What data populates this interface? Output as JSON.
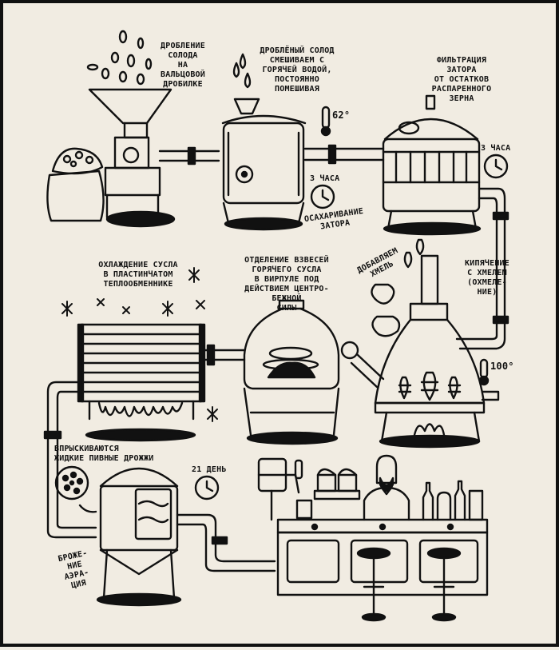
{
  "steps": {
    "milling": "Дробление\nсолода\nна\nвальцовой\nдробилке",
    "mashing": "Дроблёный солод\nсмешиваем с\nгорячей водой,\nпостоянно\nпомешивая",
    "mash_temp": "62°",
    "mash_time": "3 часа",
    "saccharification": "осахаривание\nзатора",
    "filtration": "Фильтрация\nзатора\nот остатков\nраспаренного\nзерна",
    "filtration_time": "3 часа",
    "boiling": "Кипячение\nс хмелем\n(охмеле-\nние)",
    "add_hops": "добавляем\nхмель",
    "boil_temp": "100°",
    "whirlpool": "Отделение взвесей\nгорячего сусла\nв вирпулe под\nдействием центро-\nбежной\nсилы",
    "cooling": "Охлаждение сусла\nв пластинчатом\nтеплообменнике",
    "yeast": "Впрыскиваются\nжидкие пивные дрожжи",
    "ferment_time": "21 день",
    "fermentation": "Броже-\nние\nАэра-\nция"
  }
}
